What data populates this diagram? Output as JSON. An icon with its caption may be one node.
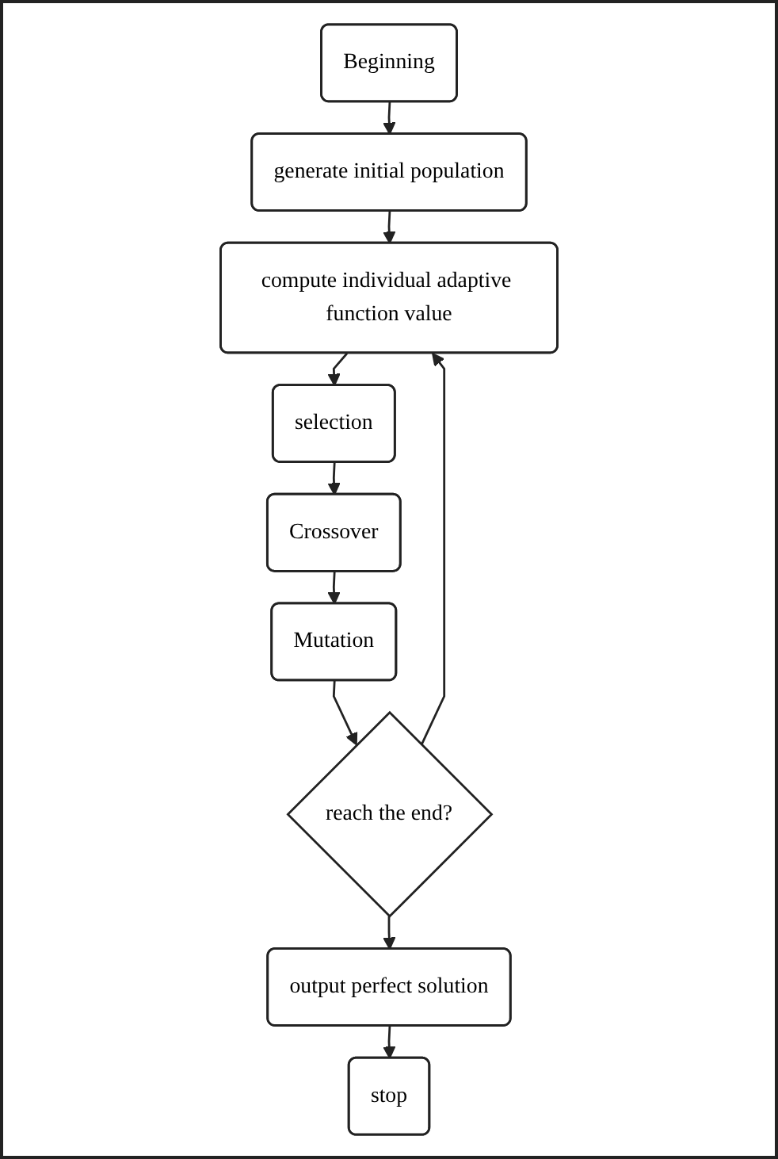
{
  "diagram": {
    "nodes": [
      {
        "text": [
          "Beginning"
        ]
      },
      {
        "text": [
          "generate initial population"
        ]
      },
      {
        "text": [
          "compute individual adaptive function value"
        ]
      },
      {
        "text": [
          "selection"
        ]
      },
      {
        "text": [
          "Crossover"
        ]
      },
      {
        "text": [
          "Mutation"
        ]
      },
      {
        "text": [
          "reach the end?"
        ]
      },
      {
        "text": [
          "output perfect solution"
        ]
      },
      {
        "text": [
          "stop"
        ]
      }
    ],
    "edges": [
      {
        "from": 0,
        "to": 1,
        "arrow": "to"
      },
      {
        "from": 1,
        "to": 2,
        "arrow": "to"
      },
      {
        "from": 2,
        "to": 3,
        "arrow": "to"
      },
      {
        "from": 3,
        "to": 4,
        "arrow": "to"
      },
      {
        "from": 4,
        "to": 5,
        "arrow": "to"
      },
      {
        "from": 5,
        "to": 6,
        "arrow": "to"
      },
      {
        "from": 6,
        "to": 2,
        "arrow": "to"
      },
      {
        "from": 6,
        "to": 7,
        "arrow": "to"
      },
      {
        "from": 7,
        "to": 8,
        "arrow": "to"
      }
    ]
  }
}
